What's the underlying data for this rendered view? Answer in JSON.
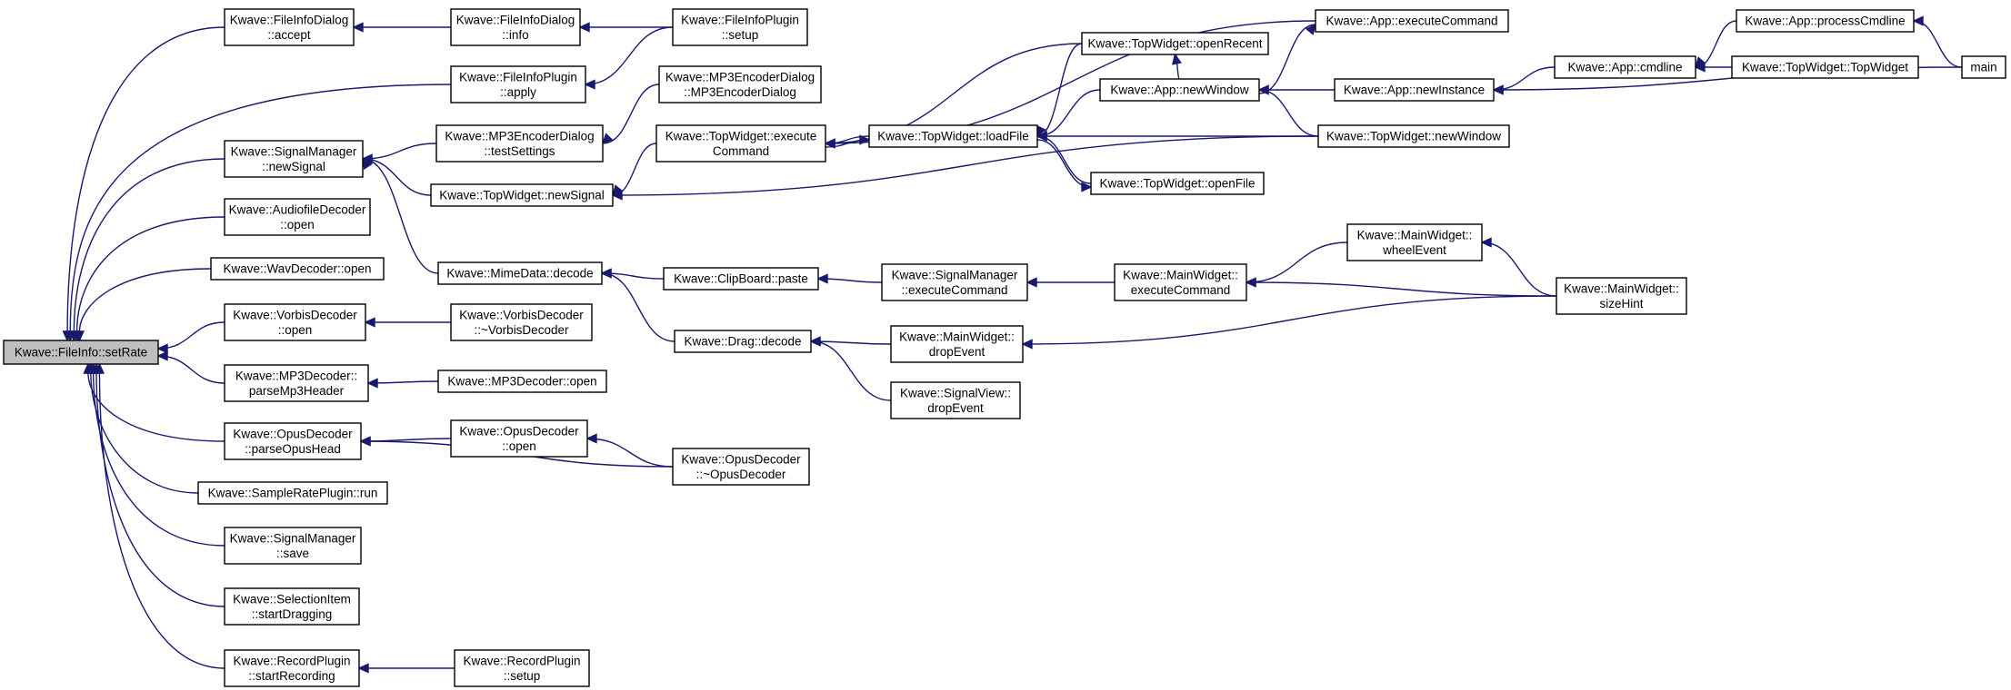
{
  "graph": {
    "colors": {
      "edge": "#191970",
      "node_border": "#000000",
      "root_fill": "#bfbfbf",
      "node_fill": "#ffffff"
    },
    "nodes": {
      "root": [
        "Kwave::FileInfo::setRate"
      ],
      "fidlg_accept": [
        "Kwave::FileInfoDialog",
        "::accept"
      ],
      "fidlg_info": [
        "Kwave::FileInfoDialog",
        "::info"
      ],
      "fiplugin_setup": [
        "Kwave::FileInfoPlugin",
        "::setup"
      ],
      "fiplugin_apply": [
        "Kwave::FileInfoPlugin",
        "::apply"
      ],
      "mp3dlg_ctor": [
        "Kwave::MP3EncoderDialog",
        "::MP3EncoderDialog"
      ],
      "sm_newsignal": [
        "Kwave::SignalManager",
        "::newSignal"
      ],
      "mp3dlg_test": [
        "Kwave::MP3EncoderDialog",
        "::testSettings"
      ],
      "tw_newsignal": [
        "Kwave::TopWidget::newSignal"
      ],
      "tw_execcmd": [
        "Kwave::TopWidget::execute",
        "Command"
      ],
      "tw_openrecent": [
        "Kwave::TopWidget::openRecent"
      ],
      "app_execcmd": [
        "Kwave::App::executeCommand"
      ],
      "app_newwindow": [
        "Kwave::App::newWindow"
      ],
      "tw_loadfile": [
        "Kwave::TopWidget::loadFile"
      ],
      "tw_openfile": [
        "Kwave::TopWidget::openFile"
      ],
      "app_newinstance": [
        "Kwave::App::newInstance"
      ],
      "tw_newwindow": [
        "Kwave::TopWidget::newWindow"
      ],
      "app_cmdline": [
        "Kwave::App::cmdline"
      ],
      "app_processcmd": [
        "Kwave::App::processCmdline"
      ],
      "tw_ctor": [
        "Kwave::TopWidget::TopWidget"
      ],
      "main": [
        "main"
      ],
      "afdec_open": [
        "Kwave::AudiofileDecoder",
        "::open"
      ],
      "wavdec_open": [
        "Kwave::WavDecoder::open"
      ],
      "mime_decode": [
        "Kwave::MimeData::decode"
      ],
      "clip_paste": [
        "Kwave::ClipBoard::paste"
      ],
      "sm_execcmd": [
        "Kwave::SignalManager",
        "::executeCommand"
      ],
      "mw_execcmd": [
        "Kwave::MainWidget::",
        "executeCommand"
      ],
      "mw_wheel": [
        "Kwave::MainWidget::",
        "wheelEvent"
      ],
      "mw_sizehint": [
        "Kwave::MainWidget::",
        "sizeHint"
      ],
      "vorbis_open": [
        "Kwave::VorbisDecoder",
        "::open"
      ],
      "vorbis_dtor": [
        "Kwave::VorbisDecoder",
        "::~VorbisDecoder"
      ],
      "drag_decode": [
        "Kwave::Drag::decode"
      ],
      "mw_drop": [
        "Kwave::MainWidget::",
        "dropEvent"
      ],
      "sv_drop": [
        "Kwave::SignalView::",
        "dropEvent"
      ],
      "mp3_parse": [
        "Kwave::MP3Decoder::",
        "parseMp3Header"
      ],
      "mp3_open": [
        "Kwave::MP3Decoder::open"
      ],
      "opus_parse": [
        "Kwave::OpusDecoder",
        "::parseOpusHead"
      ],
      "opus_open": [
        "Kwave::OpusDecoder",
        "::open"
      ],
      "opus_dtor": [
        "Kwave::OpusDecoder",
        "::~OpusDecoder"
      ],
      "srplugin_run": [
        "Kwave::SampleRatePlugin::run"
      ],
      "sm_save": [
        "Kwave::SignalManager",
        "::save"
      ],
      "sel_drag": [
        "Kwave::SelectionItem",
        "::startDragging"
      ],
      "rec_start": [
        "Kwave::RecordPlugin",
        "::startRecording"
      ],
      "rec_setup": [
        "Kwave::RecordPlugin",
        "::setup"
      ]
    },
    "edges": [
      [
        "fidlg_accept",
        "root"
      ],
      [
        "fiplugin_apply",
        "root"
      ],
      [
        "sm_newsignal",
        "root"
      ],
      [
        "afdec_open",
        "root"
      ],
      [
        "wavdec_open",
        "root"
      ],
      [
        "vorbis_open",
        "root"
      ],
      [
        "mp3_parse",
        "root"
      ],
      [
        "opus_parse",
        "root"
      ],
      [
        "srplugin_run",
        "root"
      ],
      [
        "sm_save",
        "root"
      ],
      [
        "sel_drag",
        "root"
      ],
      [
        "rec_start",
        "root"
      ],
      [
        "fidlg_info",
        "fidlg_accept"
      ],
      [
        "fiplugin_setup",
        "fidlg_info"
      ],
      [
        "fiplugin_setup",
        "fiplugin_apply"
      ],
      [
        "mp3dlg_test",
        "sm_newsignal"
      ],
      [
        "tw_newsignal",
        "sm_newsignal"
      ],
      [
        "mime_decode",
        "sm_newsignal"
      ],
      [
        "mp3dlg_ctor",
        "mp3dlg_test"
      ],
      [
        "tw_execcmd",
        "tw_newsignal"
      ],
      [
        "app_execcmd",
        "tw_execcmd"
      ],
      [
        "tw_openrecent",
        "tw_execcmd"
      ],
      [
        "tw_loadfile",
        "tw_execcmd"
      ],
      [
        "tw_execcmd",
        "tw_loadfile"
      ],
      [
        "tw_openrecent",
        "tw_loadfile"
      ],
      [
        "app_newwindow",
        "tw_loadfile"
      ],
      [
        "tw_openfile",
        "tw_loadfile"
      ],
      [
        "tw_loadfile",
        "tw_openfile"
      ],
      [
        "tw_newwindow",
        "tw_loadfile"
      ],
      [
        "app_newwindow",
        "tw_openrecent"
      ],
      [
        "app_newwindow",
        "app_execcmd"
      ],
      [
        "app_newinstance",
        "app_newwindow"
      ],
      [
        "tw_newwindow",
        "app_newwindow"
      ],
      [
        "app_cmdline",
        "app_newinstance"
      ],
      [
        "main",
        "app_newinstance"
      ],
      [
        "app_processcmd",
        "app_cmdline"
      ],
      [
        "tw_ctor",
        "app_cmdline"
      ],
      [
        "main",
        "app_processcmd"
      ],
      [
        "tw_newwindow",
        "tw_newsignal"
      ],
      [
        "clip_paste",
        "mime_decode"
      ],
      [
        "drag_decode",
        "mime_decode"
      ],
      [
        "sm_execcmd",
        "clip_paste"
      ],
      [
        "mw_execcmd",
        "sm_execcmd"
      ],
      [
        "mw_wheel",
        "mw_execcmd"
      ],
      [
        "mw_sizehint",
        "mw_execcmd"
      ],
      [
        "mw_sizehint",
        "mw_wheel"
      ],
      [
        "mw_drop",
        "drag_decode"
      ],
      [
        "sv_drop",
        "drag_decode"
      ],
      [
        "mw_sizehint",
        "mw_drop"
      ],
      [
        "vorbis_dtor",
        "vorbis_open"
      ],
      [
        "mp3_open",
        "mp3_parse"
      ],
      [
        "opus_open",
        "opus_parse"
      ],
      [
        "opus_dtor",
        "opus_parse"
      ],
      [
        "opus_dtor",
        "opus_open"
      ],
      [
        "rec_setup",
        "rec_start"
      ]
    ]
  }
}
